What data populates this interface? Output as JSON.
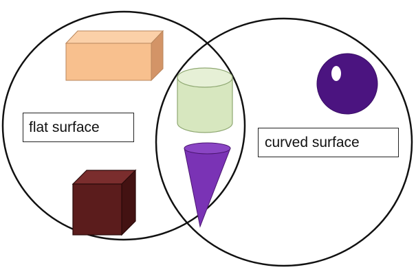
{
  "diagram": {
    "type": "venn",
    "sets": [
      {
        "id": "flat",
        "label": "flat surface"
      },
      {
        "id": "curved",
        "label": "curved surface"
      }
    ],
    "regions": {
      "flat_only": [
        "rectangular-prism",
        "cube"
      ],
      "both": [
        "cylinder",
        "cone"
      ],
      "curved_only": [
        "sphere"
      ]
    }
  },
  "colors": {
    "outline": "#111111",
    "rectangular_prism": "#f8c08e",
    "cube": "#5b1c1c",
    "cylinder": "#d7e7bf",
    "cone": "#7a33b5",
    "sphere": "#4b1480"
  }
}
